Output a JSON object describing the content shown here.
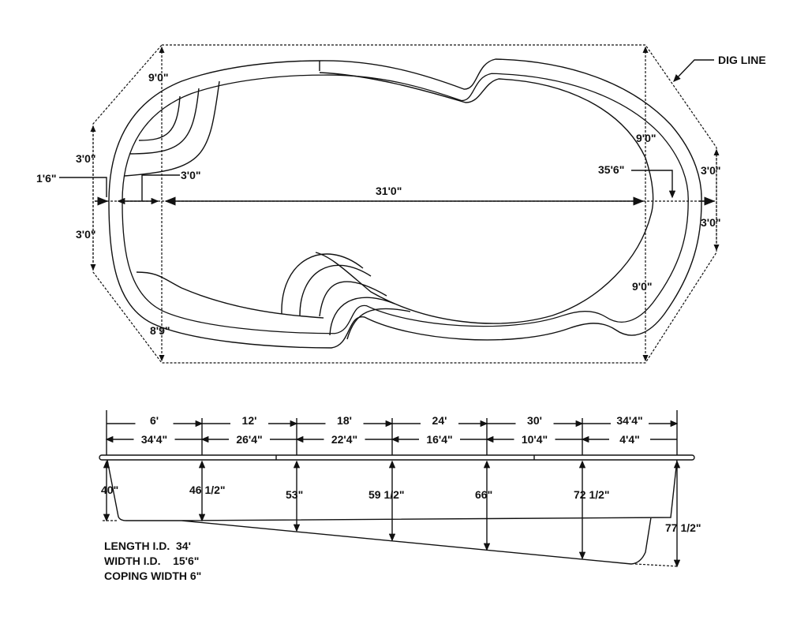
{
  "colors": {
    "pool_fill": "#a6c8ef",
    "line": "#111111"
  },
  "plan_view": {
    "dig_line_label": "DIG LINE",
    "dims": {
      "top_left_9": "9'0\"",
      "left_upper_3": "3'0\"",
      "left_lower_3": "3'0\"",
      "coping_1_6": "1'6\"",
      "step_3": "3'0\"",
      "length_31": "31'0\"",
      "bottom_left_8_9": "8'9\"",
      "right_upper_9": "9'0\"",
      "right_lower_9": "9'0\"",
      "overall_35_6": "35'6\"",
      "right_upper_3": "3'0\"",
      "right_lower_3": "3'0\""
    }
  },
  "profile_view": {
    "stations_top": [
      "6'",
      "12'",
      "18'",
      "24'",
      "30'",
      "34'4\""
    ],
    "stations_bottom": [
      "34'4\"",
      "26'4\"",
      "22'4\"",
      "16'4\"",
      "10'4\"",
      "4'4\""
    ],
    "depths": [
      "40\"",
      "46 1/2\"",
      "53\"",
      "59 1/2\"",
      "66\"",
      "72 1/2\"",
      "77 1/2\""
    ]
  },
  "notes": [
    "LENGTH I.D.  34'",
    "WIDTH I.D.    15'6\"",
    "COPING WIDTH 6\""
  ]
}
